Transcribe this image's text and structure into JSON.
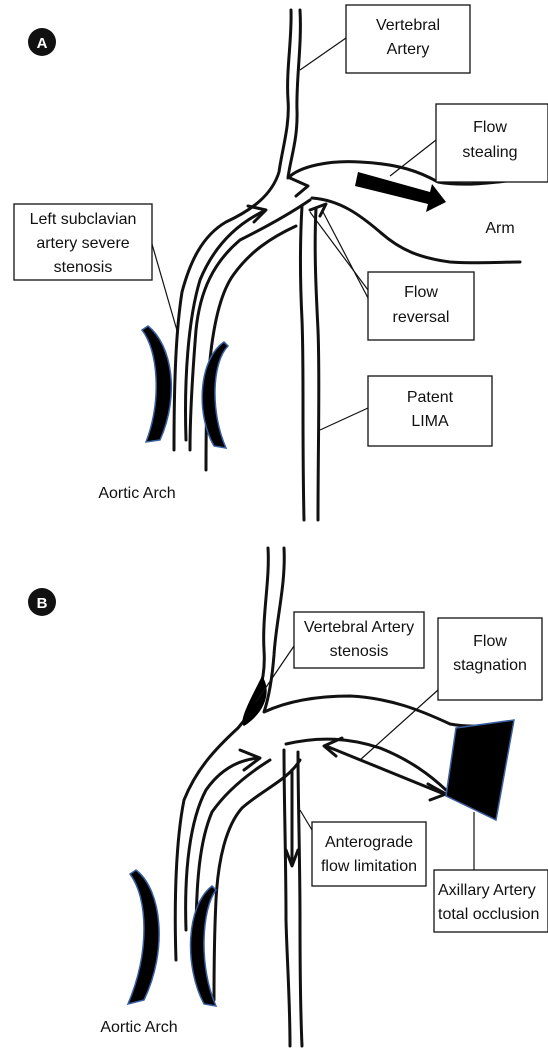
{
  "panel_a": {
    "badge": "A",
    "labels": {
      "vertebral_1": "Vertebral",
      "vertebral_2": "Artery",
      "flow_stealing_1": "Flow",
      "flow_stealing_2": "stealing",
      "arm": "Arm",
      "subclavian_1": "Left subclavian",
      "subclavian_2": "artery severe",
      "subclavian_3": "stenosis",
      "flow_reversal_1": "Flow",
      "flow_reversal_2": "reversal",
      "lima_1": "Patent",
      "lima_2": "LIMA",
      "aortic_arch": "Aortic Arch"
    }
  },
  "panel_b": {
    "badge": "B",
    "labels": {
      "vert_stenosis_1": "Vertebral Artery",
      "vert_stenosis_2": "stenosis",
      "flow_stagnation_1": "Flow",
      "flow_stagnation_2": "stagnation",
      "anterograde_1": "Anterograde",
      "anterograde_2": "flow limitation",
      "axillary_1": "Axillary Artery",
      "axillary_2": "total occlusion",
      "aortic_arch": "Aortic Arch"
    }
  },
  "colors": {
    "line": "#111111",
    "fill_black": "#000000",
    "stenosis_outline": "#3a5fa0"
  }
}
